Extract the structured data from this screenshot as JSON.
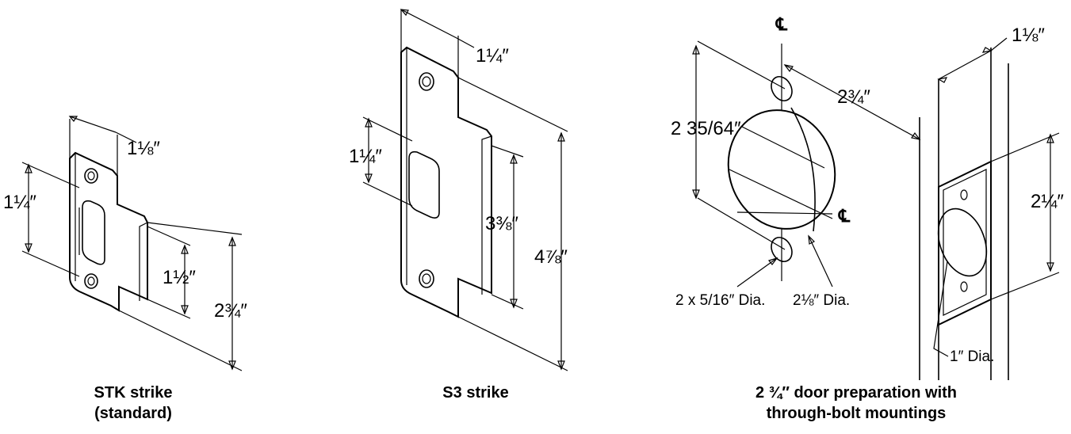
{
  "figures": {
    "stk": {
      "caption_line1": "STK strike",
      "caption_line2": "(standard)",
      "dim_top": "1⅛″",
      "dim_left": "1¼″",
      "dim_inner": "1½″",
      "dim_height": "2¾″"
    },
    "s3": {
      "caption": "S3 strike",
      "dim_top": "1¼″",
      "dim_left": "1¼″",
      "dim_inner": "3⅜″",
      "dim_height": "4⅞″"
    },
    "prep": {
      "caption_line1": "2 ¾″ door preparation with",
      "caption_line2": "through-bolt mountings",
      "centerline_top": "℄",
      "centerline_mid": "℄",
      "dim_backset": "2¾″",
      "dim_spacing": "2 35/64″",
      "label_bolt_holes": "2 x 5/16″ Dia.",
      "label_bore": "2⅛″ Dia.",
      "dim_edge_width": "1⅛″",
      "dim_edge_height": "2¼″",
      "label_latch_hole": "1″ Dia."
    }
  }
}
